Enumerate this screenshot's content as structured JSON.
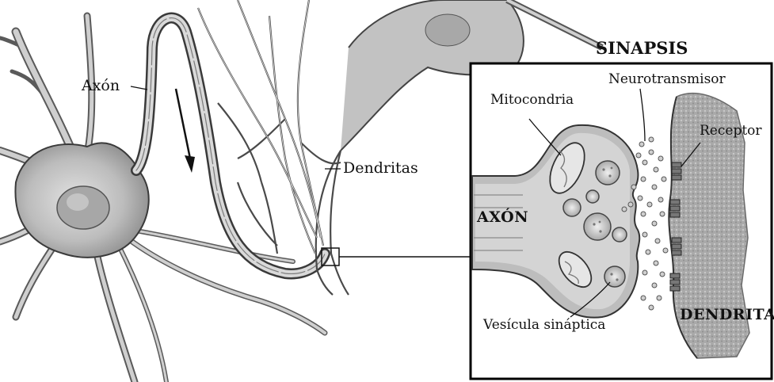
{
  "diagram": {
    "labels": {
      "axon": "Axón",
      "dendrites": "Dendritas",
      "synapse_title": "SINAPSIS",
      "neurotransmitter": "Neurotransmisor",
      "mitochondria": "Mitocondria",
      "receptor": "Receptor",
      "axon_caps": "AXÓN",
      "dendrite_caps": "DENDRITA",
      "synaptic_vesicle": "Vesícula sináptica"
    },
    "colors": {
      "background": "#ffffff",
      "outline": "#111111",
      "cell_body": "#bdbdbd",
      "cell_shade": "#8f8f8f",
      "dendrite_membrane": "#9a9a9a"
    }
  }
}
